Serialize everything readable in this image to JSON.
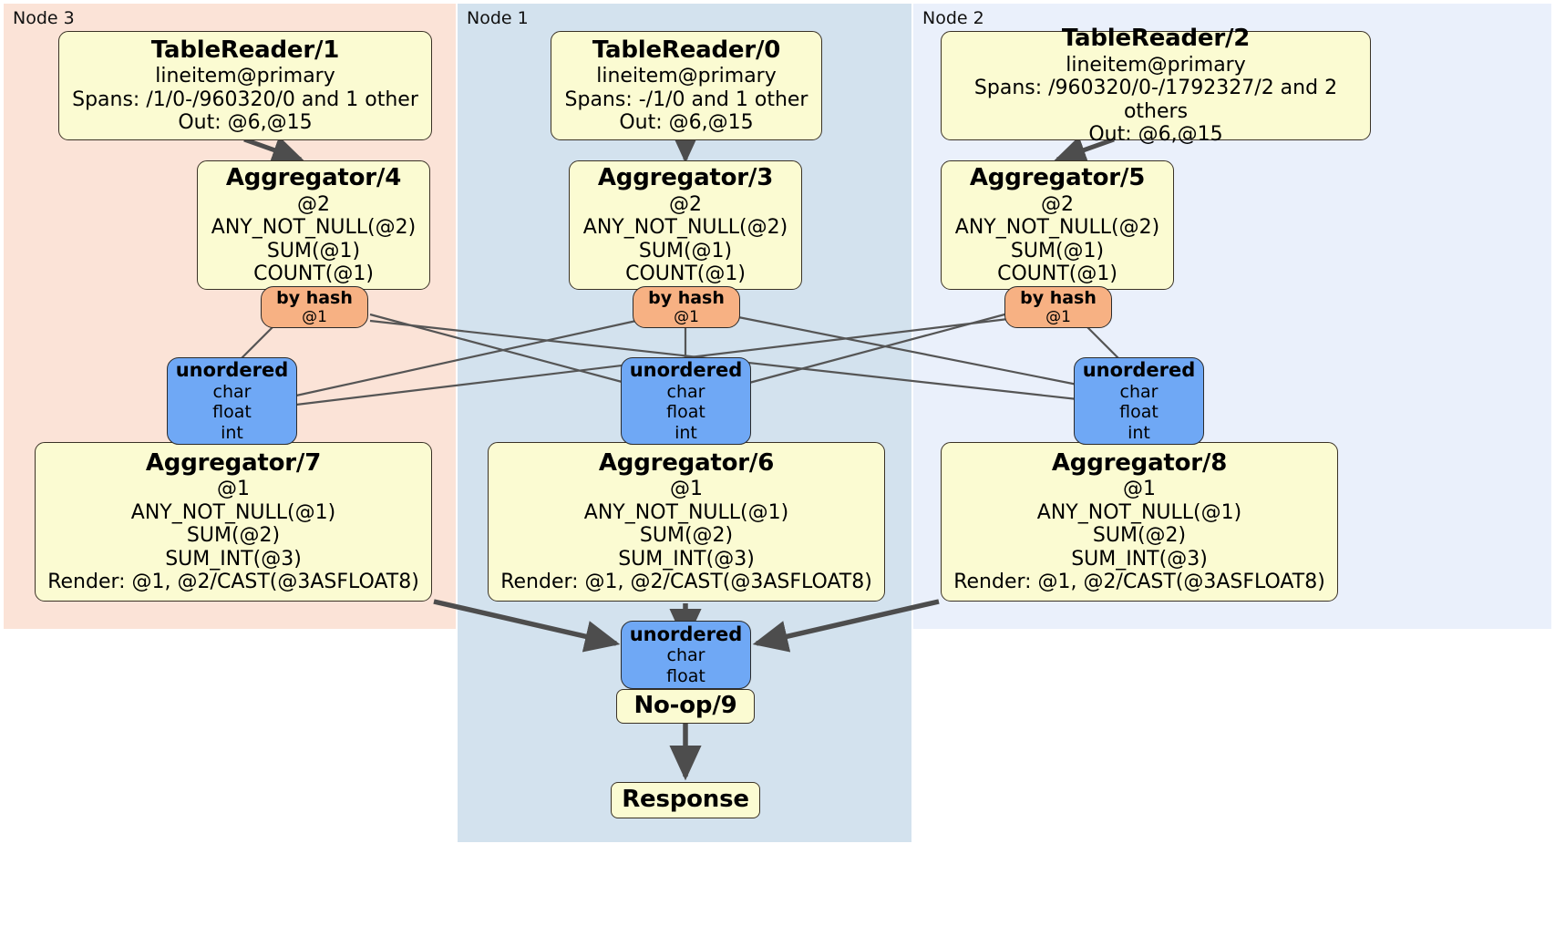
{
  "diagram": {
    "title": "Distributed query plan",
    "type": "dataflow-dag",
    "colors": {
      "node3_panel": "#fbe3d7",
      "node1_panel": "#d3e2ee",
      "node2_panel": "#eaf0fb",
      "processor_box": "#fbfbd2",
      "hash_router": "#f7b183",
      "unordered_router": "#6fa8f5",
      "edge": "#4d4d4d",
      "thin_edge": "#555555"
    }
  },
  "panels": [
    {
      "id": "node3",
      "label": "Node 3"
    },
    {
      "id": "node1",
      "label": "Node 1"
    },
    {
      "id": "node2",
      "label": "Node 2"
    }
  ],
  "table_readers": [
    {
      "id": "tr1",
      "title": "TableReader/1",
      "table": "lineitem@primary",
      "spans": "Spans: /1/0-/960320/0 and 1 other",
      "out": "Out: @6,@15"
    },
    {
      "id": "tr0",
      "title": "TableReader/0",
      "table": "lineitem@primary",
      "spans": "Spans: -/1/0 and 1 other",
      "out": "Out: @6,@15"
    },
    {
      "id": "tr2",
      "title": "TableReader/2",
      "table": "lineitem@primary",
      "spans": "Spans: /960320/0-/1792327/2 and 2 others",
      "out": "Out: @6,@15"
    }
  ],
  "aggregators_top": [
    {
      "id": "agg4",
      "title": "Aggregator/4",
      "group": "@2",
      "f1": "ANY_NOT_NULL(@2)",
      "f2": "SUM(@1)",
      "f3": "COUNT(@1)"
    },
    {
      "id": "agg3",
      "title": "Aggregator/3",
      "group": "@2",
      "f1": "ANY_NOT_NULL(@2)",
      "f2": "SUM(@1)",
      "f3": "COUNT(@1)"
    },
    {
      "id": "agg5",
      "title": "Aggregator/5",
      "group": "@2",
      "f1": "ANY_NOT_NULL(@2)",
      "f2": "SUM(@1)",
      "f3": "COUNT(@1)"
    }
  ],
  "hash_routers": [
    {
      "id": "hash4",
      "title": "by hash",
      "col": "@1"
    },
    {
      "id": "hash3",
      "title": "by hash",
      "col": "@1"
    },
    {
      "id": "hash5",
      "title": "by hash",
      "col": "@1"
    }
  ],
  "unordered_routers": [
    {
      "id": "un7",
      "title": "unordered",
      "t1": "char",
      "t2": "float",
      "t3": "int"
    },
    {
      "id": "un6",
      "title": "unordered",
      "t1": "char",
      "t2": "float",
      "t3": "int"
    },
    {
      "id": "un8",
      "title": "unordered",
      "t1": "char",
      "t2": "float",
      "t3": "int"
    }
  ],
  "aggregators_bottom": [
    {
      "id": "agg7",
      "title": "Aggregator/7",
      "group": "@1",
      "f1": "ANY_NOT_NULL(@1)",
      "f2": "SUM(@2)",
      "f3": "SUM_INT(@3)",
      "render": "Render: @1, @2/CAST(@3ASFLOAT8)"
    },
    {
      "id": "agg6",
      "title": "Aggregator/6",
      "group": "@1",
      "f1": "ANY_NOT_NULL(@1)",
      "f2": "SUM(@2)",
      "f3": "SUM_INT(@3)",
      "render": "Render: @1, @2/CAST(@3ASFLOAT8)"
    },
    {
      "id": "agg8",
      "title": "Aggregator/8",
      "group": "@1",
      "f1": "ANY_NOT_NULL(@1)",
      "f2": "SUM(@2)",
      "f3": "SUM_INT(@3)",
      "render": "Render: @1, @2/CAST(@3ASFLOAT8)"
    }
  ],
  "final": {
    "unordered": {
      "title": "unordered",
      "t1": "char",
      "t2": "float"
    },
    "noop": {
      "title": "No-op/9"
    },
    "response": {
      "title": "Response"
    }
  }
}
